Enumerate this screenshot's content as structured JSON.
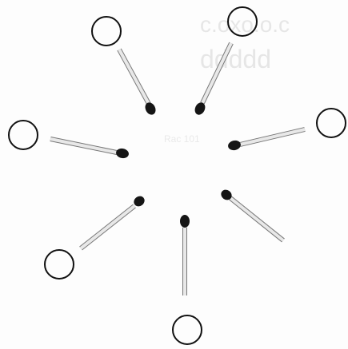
{
  "colors": {
    "background": "#fdfdfd",
    "ink": "#111111",
    "stick": "#e8e8e8",
    "stick_shade": "#9a9a9a",
    "match_head": "#151515",
    "ghost_text": "#d8d8d8"
  },
  "figure": {
    "icon_names": {
      "circle": "circle-icon",
      "match": "match-icon"
    },
    "ghost_text": {
      "line1": "c.oxo.o.c",
      "line2": "ddddd",
      "footer": "Rac 101"
    },
    "items": [
      {
        "id": "match-1",
        "circle": "circle-1",
        "head_direction": "toward-center"
      },
      {
        "id": "match-2",
        "circle": "circle-2",
        "head_direction": "toward-center"
      },
      {
        "id": "match-3",
        "circle": "circle-3",
        "head_direction": "toward-center"
      },
      {
        "id": "match-4",
        "circle": "circle-4",
        "head_direction": "toward-center"
      },
      {
        "id": "match-5",
        "circle": "circle-5",
        "head_direction": "toward-center"
      },
      {
        "id": "match-6",
        "circle": "circle-6",
        "head_direction": "toward-center"
      },
      {
        "id": "match-7",
        "circle": "circle-7",
        "head_direction": "toward-center"
      }
    ]
  }
}
